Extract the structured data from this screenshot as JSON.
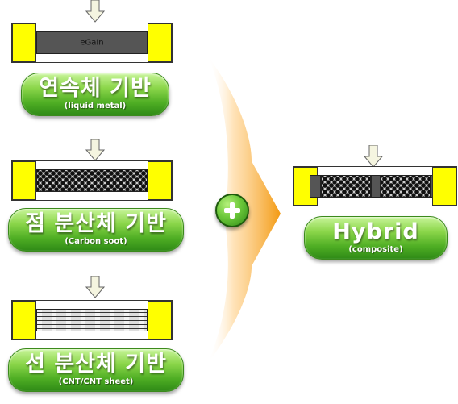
{
  "colors": {
    "electrode": "#ffff00",
    "pill_green": "#5fbf2c",
    "orange_arrow": "#f5a21b",
    "egain_core": "#555555"
  },
  "left_items": [
    {
      "core_label": "eGaIn",
      "title": "연속체 기반",
      "subtitle": "(liquid metal)"
    },
    {
      "core_label": "",
      "title": "점 분산체 기반",
      "subtitle": "(Carbon soot)"
    },
    {
      "core_label": "",
      "title": "선 분산체 기반",
      "subtitle": "(CNT/CNT sheet)"
    }
  ],
  "plus_symbol": "+",
  "result": {
    "title": "Hybrid",
    "subtitle": "(composite)"
  }
}
